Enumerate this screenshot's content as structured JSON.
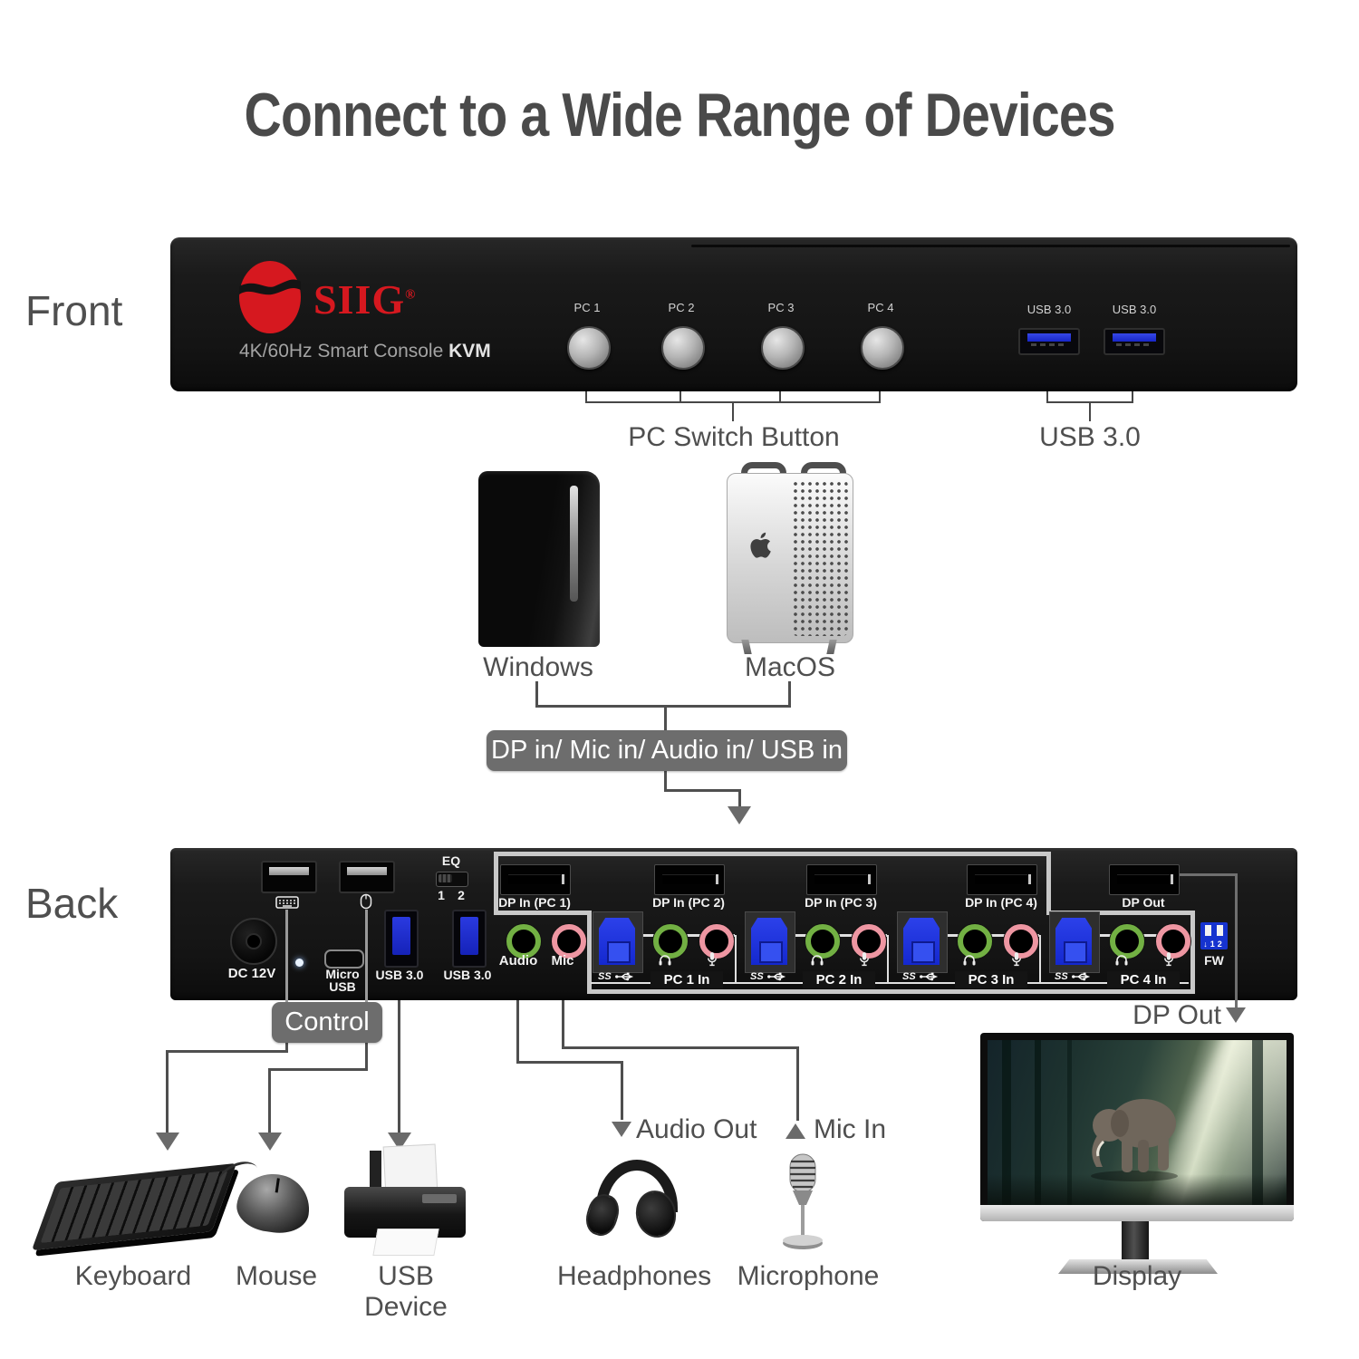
{
  "title": "Connect to a Wide Range of Devices",
  "front": {
    "section_label": "Front",
    "brand": "SIIG",
    "brand_reg": "®",
    "product_prefix": "4K/60Hz Smart Console ",
    "product_bold": "KVM",
    "pc_buttons": [
      "PC 1",
      "PC 2",
      "PC 3",
      "PC 4"
    ],
    "usb_labels": [
      "USB 3.0",
      "USB 3.0"
    ],
    "callout_switch": "PC Switch Button",
    "callout_usb": "USB 3.0"
  },
  "sources": {
    "windows_label": "Windows",
    "macos_label": "MacOS",
    "banner": "DP in/ Mic in/ Audio in/ USB in"
  },
  "back": {
    "section_label": "Back",
    "dc_label": "DC 12V",
    "micro_usb_line1": "Micro",
    "micro_usb_line2": "USB",
    "eq_label": "EQ",
    "eq_pos1": "1",
    "eq_pos2": "2",
    "usb30_labels": [
      "USB 3.0",
      "USB 3.0"
    ],
    "audio_label": "Audio",
    "mic_label": "Mic",
    "dp_in": [
      "DP In (PC 1)",
      "DP In (PC 2)",
      "DP In (PC 3)",
      "DP In (PC 4)"
    ],
    "dp_out_label": "DP Out",
    "pc_in": [
      "PC 1 In",
      "PC 2 In",
      "PC 3 In",
      "PC 4 In"
    ],
    "ss_label": "SS",
    "fw_label": "FW",
    "fw_arrow": "↓",
    "fw_pos1": "1",
    "fw_pos2": "2",
    "control_label": "Control"
  },
  "callouts": {
    "audio_out": "Audio Out",
    "mic_in": "Mic In",
    "dp_out": "DP Out"
  },
  "devices": {
    "keyboard": "Keyboard",
    "mouse": "Mouse",
    "usb_device": "USB Device",
    "headphones": "Headphones",
    "microphone": "Microphone",
    "display": "Display"
  },
  "colors": {
    "brand_red": "#d6181f",
    "banner_gray": "#6d6d6d",
    "jack_green": "#72b043",
    "jack_pink": "#ee96a2",
    "usb_blue": "#2130d2",
    "highlight_gray": "#c8c8c8"
  }
}
